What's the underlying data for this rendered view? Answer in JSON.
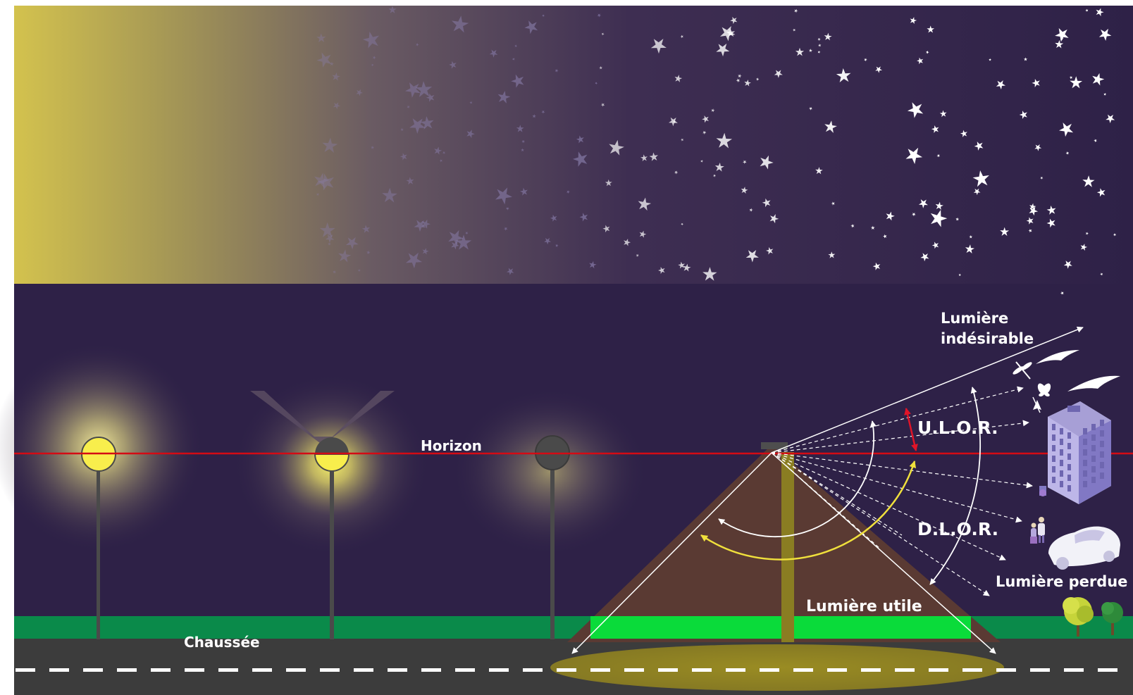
{
  "labels": {
    "horizon": "Horizon",
    "roadway": "Chaussée",
    "unwanted_light_line1": "Lumière",
    "unwanted_light_line2": "indésirable",
    "ulor": "U.L.O.R.",
    "dlor": "D.L.O.R.",
    "lost_light": "Lumière perdue",
    "useful_light": "Lumière utile"
  },
  "colors": {
    "sky_night": "#2e2147",
    "glow_yellow": "#d3c24e",
    "horizon_line": "#d40b14",
    "grass": "#0a8a4a",
    "road": "#3c3c3c",
    "useful_cone": "#5a3a33",
    "useful_ground": "#0adb3a",
    "lamp_yellow": "#f8ee4c",
    "arc_yellow": "#f0e03c",
    "arrow_red": "#e01428",
    "pool_olive": "#8f8321"
  },
  "icons": [
    "star-icon",
    "bird-icon",
    "dragonfly-icon",
    "butterfly-icon",
    "moth-icon",
    "building-icon",
    "pedestrian-icon",
    "car-icon",
    "tree-icon"
  ]
}
